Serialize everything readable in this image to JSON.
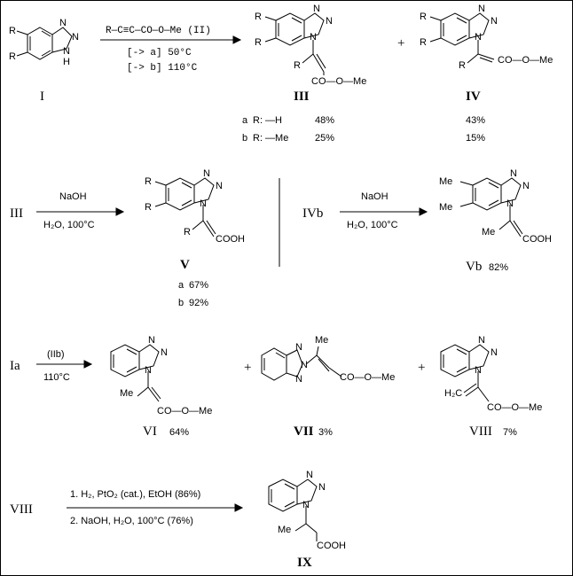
{
  "scheme": {
    "reaction1": {
      "reagent_above": "R—C≡C—CO—O—Me  (II)",
      "cond_a": "[-> a]  50°C",
      "cond_b": "[-> b]  110°C",
      "start_label": "I",
      "product1_label": "III",
      "product2_label": "IV",
      "plus": "+",
      "rows": [
        {
          "tag": "a",
          "r": "R:  —H",
          "y3": "48%",
          "y4": "43%"
        },
        {
          "tag": "b",
          "r": "R:  —Me",
          "y3": "25%",
          "y4": "15%"
        }
      ]
    },
    "reaction2": {
      "start": "III",
      "reagent": "NaOH",
      "cond": "H₂O,  100°C",
      "product_label": "V",
      "yields": [
        {
          "tag": "a",
          "y": "67%"
        },
        {
          "tag": "b",
          "y": "92%"
        }
      ]
    },
    "reaction3": {
      "start": "IVb",
      "reagent": "NaOH",
      "cond": "H₂O,  100°C",
      "product_label": "Vb",
      "product_yield": "82%"
    },
    "reaction4": {
      "start": "Ia",
      "reagent": "(IIb)",
      "cond": "110°C",
      "p1_label": "VI",
      "p1_yield": "64%",
      "p2_label": "VII",
      "p2_yield": "3%",
      "p3_label": "VIII",
      "p3_yield": "7%"
    },
    "reaction5": {
      "start": "VIII",
      "step1": "1. H₂,  PtO₂ (cat.), EtOH   (86%)",
      "step2": "2. NaOH,  H₂O,  100°C   (76%)",
      "product_label": "IX"
    },
    "atoms": {
      "R": "R",
      "N": "N",
      "H": "H",
      "Me": "Me",
      "ester": "CO—O—Me",
      "acid": "COOH",
      "ch2": "H₂C"
    }
  }
}
